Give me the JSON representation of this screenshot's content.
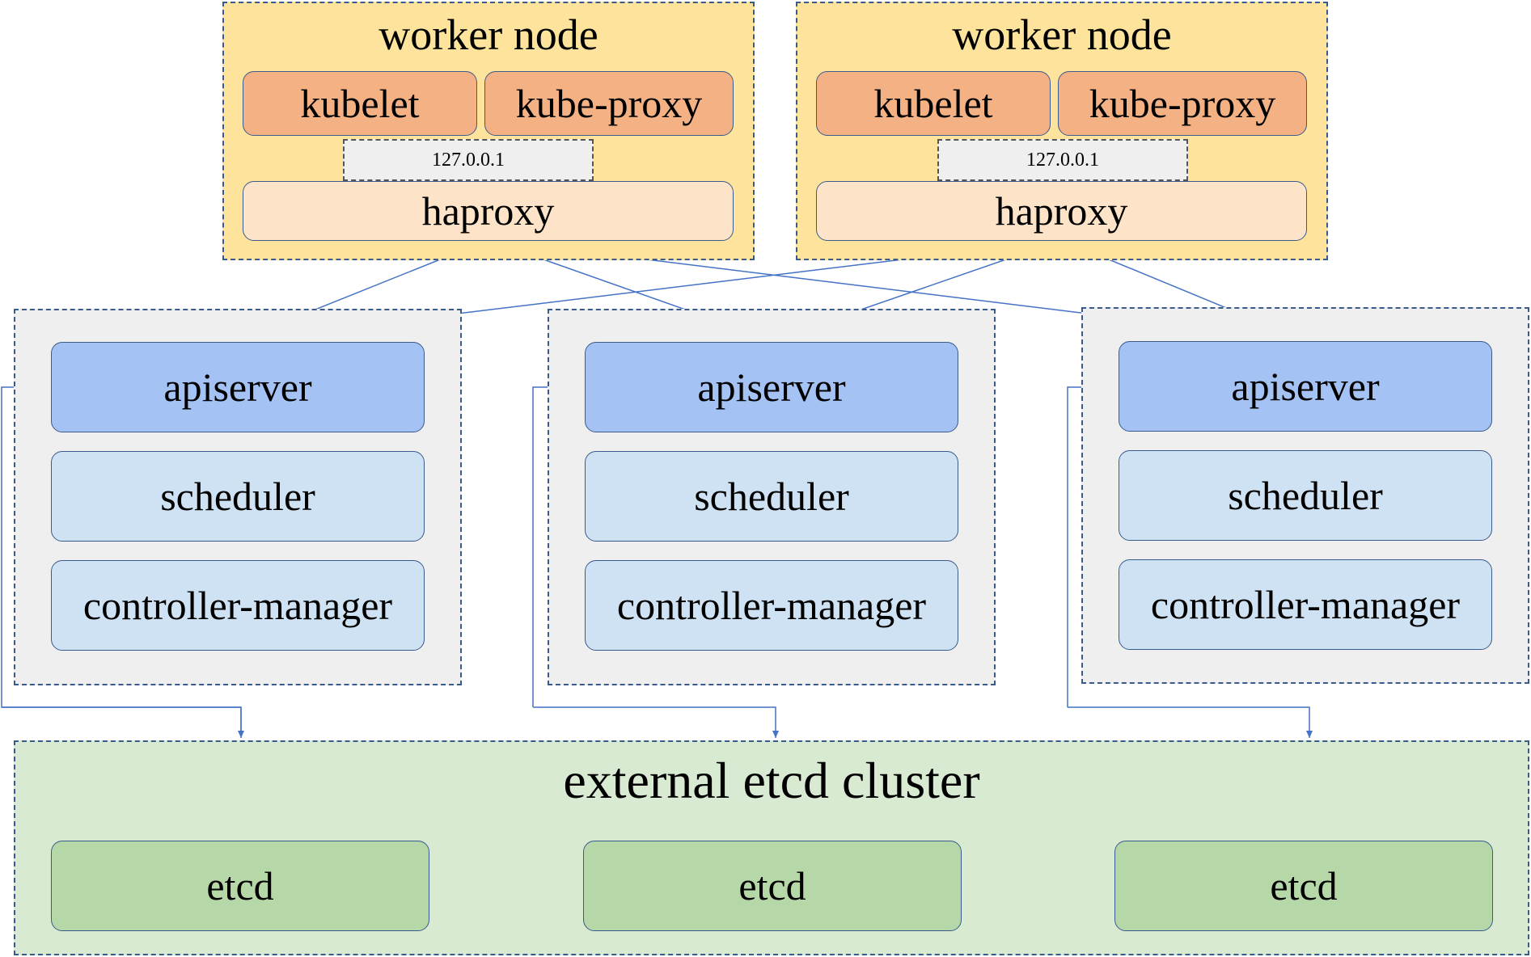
{
  "workers": [
    {
      "title": "worker node",
      "kubelet": "kubelet",
      "kube_proxy": "kube-proxy",
      "loopback": "127.0.0.1",
      "haproxy": "haproxy"
    },
    {
      "title": "worker node",
      "kubelet": "kubelet",
      "kube_proxy": "kube-proxy",
      "loopback": "127.0.0.1",
      "haproxy": "haproxy"
    }
  ],
  "masters": [
    {
      "apiserver": "apiserver",
      "scheduler": "scheduler",
      "controller_manager": "controller-manager"
    },
    {
      "apiserver": "apiserver",
      "scheduler": "scheduler",
      "controller_manager": "controller-manager"
    },
    {
      "apiserver": "apiserver",
      "scheduler": "scheduler",
      "controller_manager": "controller-manager"
    }
  ],
  "etcd_cluster": {
    "title": "external etcd cluster",
    "members": [
      "etcd",
      "etcd",
      "etcd"
    ]
  },
  "colors": {
    "worker_bg": "#fde39b",
    "component_orange": "#f4b183",
    "haproxy_bg": "#fde4c9",
    "master_bg": "#efefef",
    "apiserver_blue": "#a4c2f4",
    "light_blue": "#cfe2f3",
    "etcd_cluster_bg": "#d9ead3",
    "etcd_green": "#b6d7a8",
    "edge_blue": "#4472c4"
  }
}
